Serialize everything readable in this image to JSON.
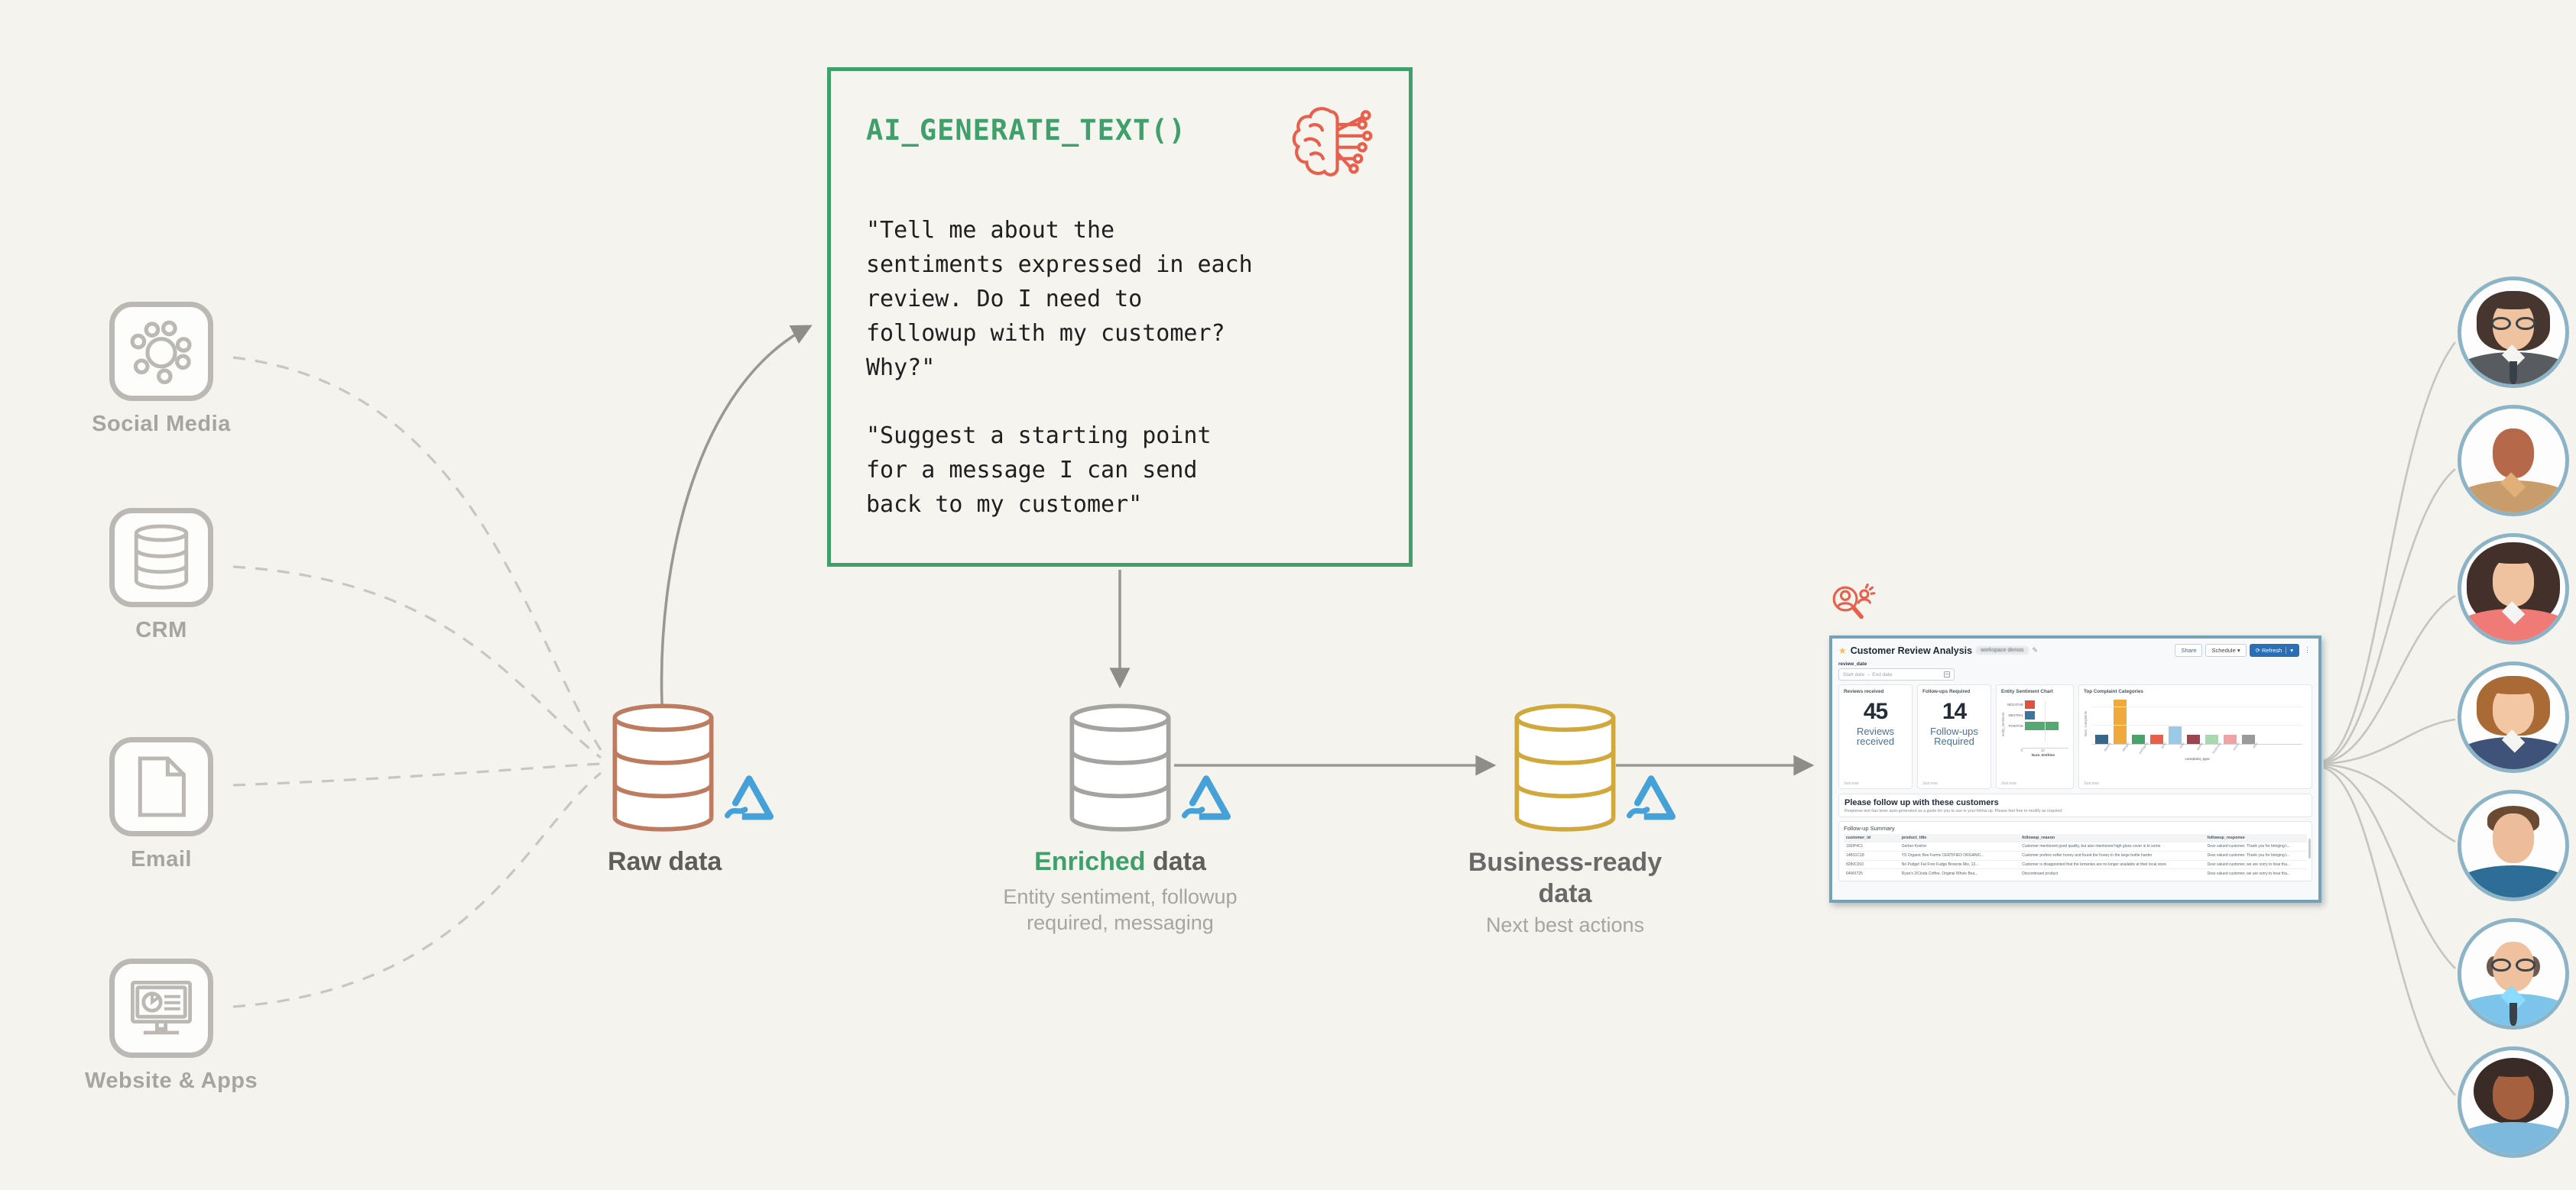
{
  "sources": [
    {
      "label": "Social Media",
      "icon": "social-media-icon"
    },
    {
      "label": "CRM",
      "icon": "crm-database-icon"
    },
    {
      "label": "Email",
      "icon": "document-icon"
    },
    {
      "label": "Website & Apps",
      "icon": "monitor-analytics-icon"
    }
  ],
  "ai_box": {
    "title": "AI_GENERATE_TEXT()",
    "icon": "brain-circuit-icon",
    "paragraph1": "\"Tell me about the\nsentiments expressed in each\nreview. Do I need to\nfollowup with my customer?\nWhy?\"",
    "paragraph2": "\"Suggest a starting point\nfor a message I can send\nback to my customer\""
  },
  "stores": {
    "raw": {
      "label": "Raw data",
      "cylinder_color": "#bd7b60",
      "logo": "delta-lake-logo"
    },
    "enriched": {
      "label_highlight": "Enriched",
      "label_rest": " data",
      "subtitle": "Entity sentiment, followup\nrequired, messaging",
      "cylinder_color": "#a5a3a0",
      "logo": "delta-lake-logo"
    },
    "business": {
      "label_line1": "Business-ready",
      "label_line2": "data",
      "subtitle": "Next best actions",
      "cylinder_color": "#d0a83c",
      "logo": "delta-lake-logo"
    }
  },
  "dashboard": {
    "icon_above": "customer-analysis-icon",
    "star": "★",
    "title": "Customer Review Analysis",
    "badge": "workspace demos",
    "pencil": "✎",
    "buttons": {
      "share": "Share",
      "schedule": "Schedule ▾",
      "refresh": "⟳ Refresh",
      "refresh_caret": "▾",
      "kebab": "⋮"
    },
    "filter": {
      "label": "review_date",
      "placeholder": "Start date  →  End date"
    },
    "cards": [
      {
        "title": "Reviews received",
        "value": "45",
        "caption": "Reviews received",
        "footer": "Just now"
      },
      {
        "title": "Follow-ups Required",
        "value": "14",
        "caption": "Follow-ups Required",
        "footer": "Just now"
      },
      {
        "title": "Entity Sentiment Chart",
        "footer": "Just now"
      },
      {
        "title": "Top Complaint Categories",
        "footer": "Just now"
      }
    ],
    "followup": {
      "heading": "Please follow up with these customers",
      "note": "Response text has been auto-generated as a guide for you to use in your follow up. Please feel free to modify as required"
    },
    "table": {
      "title": "Follow-up Summary",
      "columns": [
        "customer_id",
        "product_title",
        "followup_reason",
        "followup_response"
      ],
      "rows": [
        [
          "100IP4C1",
          "Gerber Kosher",
          "Customer mentioned good quality, but also mentioned high gloss cover is to some",
          "Dear valued customer. Thank you for bringing t..."
        ],
        [
          "14B31C18",
          "YS Organic Bee Farms CERTIFIED ORGANIC...",
          "Customer prefers softer honey and found the honey in the large bottle harder",
          "Dear valued customer. Thank you for bringing t..."
        ],
        [
          "8280C910",
          "No Pudge! Fat Free Fudge Brownie Mix, 13...",
          "Customer is disappointed that the brownies are no longer available at their local store",
          "Dear valued customer, we are sorry to hear tha..."
        ],
        [
          "64WX725",
          "Ryan's 2/Cinda Coffee, Original Whole Bea...",
          "Discontinued product",
          "Dear valued customer, we are sorry to hear tha..."
        ]
      ]
    }
  },
  "chart_data": [
    {
      "type": "bar",
      "orientation": "horizontal",
      "title": "Entity Sentiment Chart",
      "categories": [
        "NEGATIVE",
        "NEUTRAL",
        "POSITIVE"
      ],
      "values": [
        5,
        5,
        17
      ],
      "colors": [
        "#e25041",
        "#3c76a0",
        "#57a773"
      ],
      "xlabel": "Num. Entities",
      "ylabel": "entity_sentiment",
      "xticks": [
        "0",
        "10"
      ],
      "xlim": [
        0,
        20
      ]
    },
    {
      "type": "bar",
      "orientation": "vertical",
      "title": "Top Complaint Categories",
      "categories": [
        "delivery",
        "allergen",
        "packaging",
        "price",
        "taste",
        "quality",
        "freshness",
        "texture",
        "other"
      ],
      "values": [
        1,
        5,
        1,
        1,
        2,
        1,
        1,
        1,
        1
      ],
      "colors": [
        "#38678a",
        "#f2a93b",
        "#4ba26d",
        "#e8604c",
        "#9bc9e8",
        "#9e4352",
        "#a8d8b0",
        "#f0a3a3",
        "#9a9a9a"
      ],
      "xlabel": "complaint_type",
      "ylabel": "Num. Complaints",
      "ylim": [
        0,
        5
      ]
    }
  ],
  "customers": [
    {
      "desc": "woman with dark bob, glasses, gray vest and tie",
      "style": "bob",
      "skin": "#f0c3a0",
      "hair": "#473530",
      "top": "#585b60",
      "accessories": [
        "glasses",
        "collar",
        "tie"
      ]
    },
    {
      "desc": "bald man, tan collared shirt",
      "style": "bald",
      "skin": "#b5694a",
      "hair": "#8a4f36",
      "top": "#c89d6b",
      "accessories": [
        "collar-same"
      ]
    },
    {
      "desc": "woman with long dark curly hair, coral top",
      "style": "curly",
      "skin": "#f0c3a0",
      "hair": "#43302b",
      "top": "#ef7a76",
      "accessories": [
        "collar"
      ]
    },
    {
      "desc": "woman with auburn bob, navy blazer",
      "style": "bob",
      "skin": "#f3c7a4",
      "hair": "#a96a35",
      "top": "#3e5377",
      "accessories": [
        "collar"
      ]
    },
    {
      "desc": "man with short brown hair, blue hoodie",
      "style": "short",
      "skin": "#edbd9b",
      "hair": "#6b4a33",
      "top": "#2e6e96",
      "accessories": []
    },
    {
      "desc": "balding man with glasses, light blue shirt and tie",
      "style": "balding",
      "skin": "#efc19e",
      "hair": "#6d5a4e",
      "top": "#7cc4ea",
      "accessories": [
        "glasses",
        "collar-same",
        "tie"
      ]
    },
    {
      "desc": "woman with dark afro hair, light blue top",
      "style": "afro",
      "skin": "#a4603f",
      "hair": "#3a2b27",
      "top": "#7cb9dd",
      "accessories": []
    }
  ],
  "colors": {
    "background": "#f5f3ee",
    "green_accent": "#3fa06c",
    "coral_accent": "#e8604c",
    "delta_blue": "#45a1d7",
    "dashboard_border": "#74a2b8",
    "primary_button_blue": "#2a6fb5"
  }
}
